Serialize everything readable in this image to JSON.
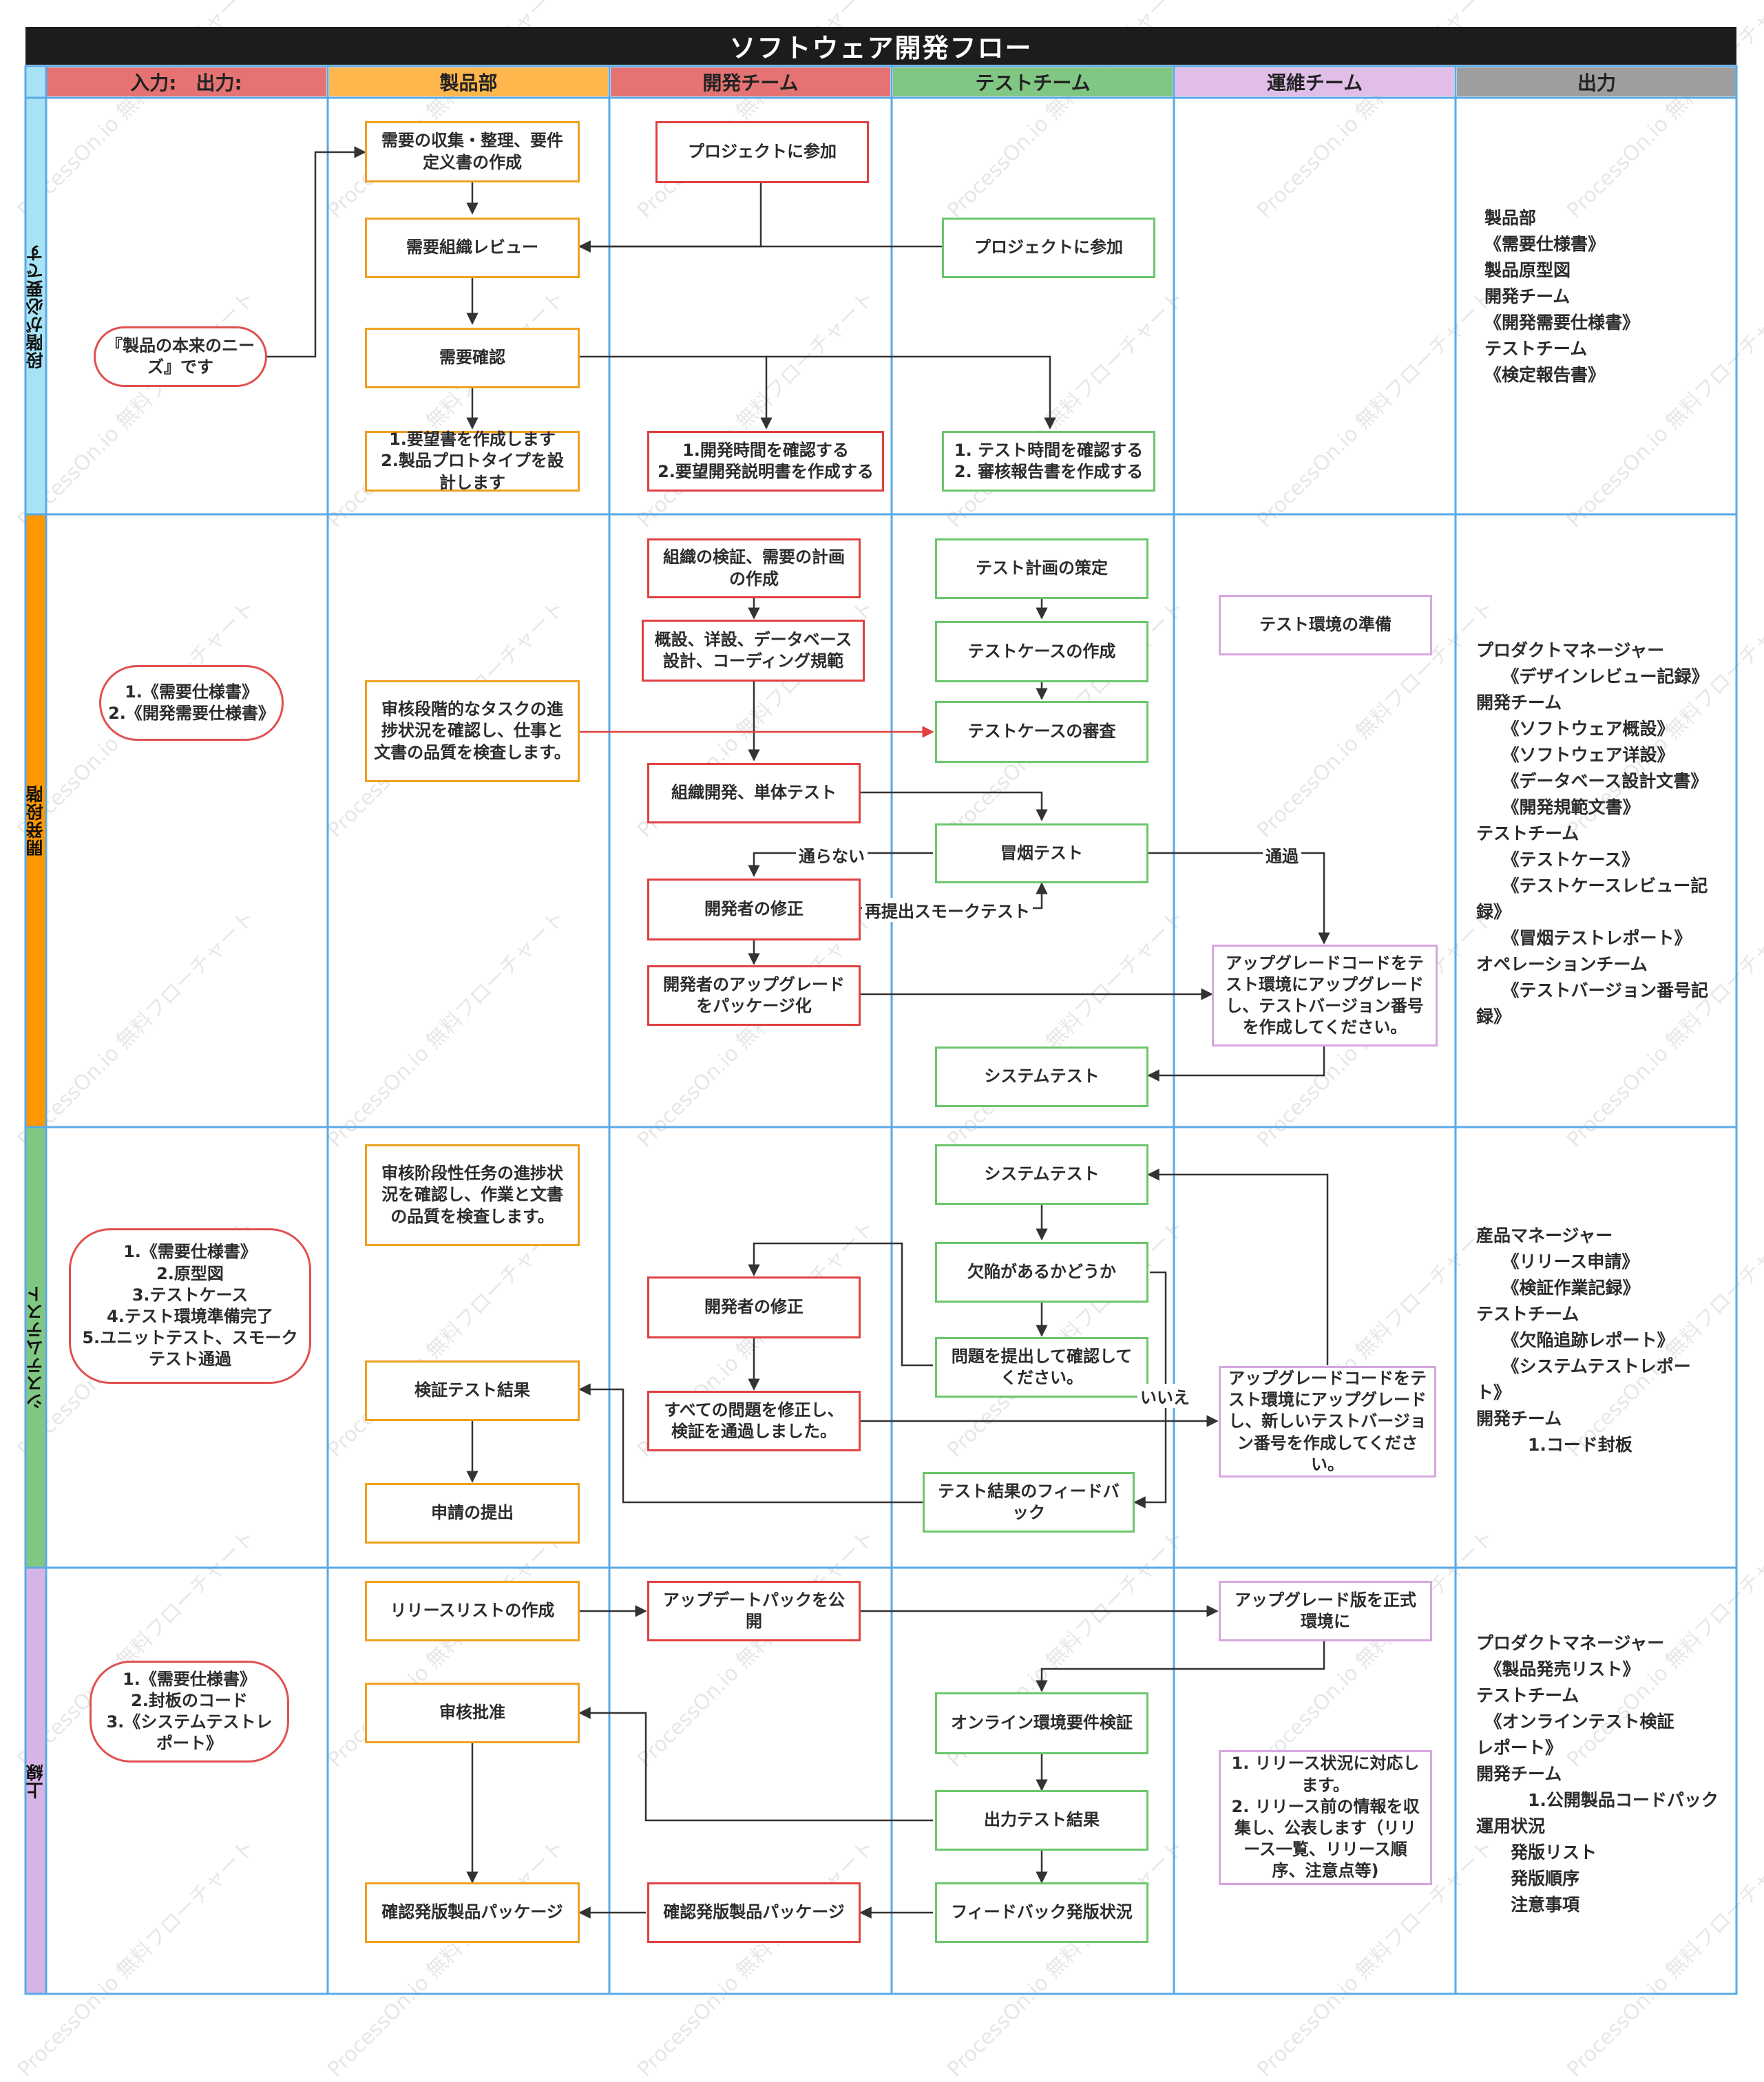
{
  "title": "ソフトウェア開発フロー",
  "colors": {
    "title_bg": "#1c1c1c",
    "col_input": "#e57373",
    "col_product": "#ffb74d",
    "col_dev": "#e57373",
    "col_test": "#81c784",
    "col_ops": "#e1bee7",
    "col_output": "#9e9e9e",
    "row_req": "#a7e3f5",
    "row_dev": "#ff9800",
    "row_systest": "#81c784",
    "row_release": "#d7b4e6",
    "grid": "#5aa9e6",
    "arrow": "#333333",
    "arrow_red": "#e04040"
  },
  "columns": {
    "input_output": "入力:　出力:",
    "product": "製品部",
    "dev": "開発チーム",
    "test": "テストチーム",
    "ops": "運維チーム",
    "output": "出力"
  },
  "rows": {
    "requirements": "段階が必要です",
    "development": "開発段階",
    "system_test": "システムテスト",
    "release": "上線"
  },
  "requirements": {
    "input_pill": "『製品の本来のニーズ』です",
    "collect": "需要の収集・整理、要件定义書の作成",
    "review": "需要組織レビュー",
    "confirm": "需要確認",
    "product_tasks": "1.要望書を作成します\n2.製品プロトタイプを設計します",
    "dev_join": "プロジェクトに参加",
    "dev_tasks": "1.開発時間を確認する\n2.要望開発説明書を作成する",
    "test_join": "プロジェクトに参加",
    "test_tasks": "1. テスト時間を確認する\n2. 審核報告書を作成する",
    "output": "製品部\n《需要仕様書》\n製品原型図\n開発チーム\n《開発需要仕様書》\nテストチーム\n《検定報告書》"
  },
  "development": {
    "input_pill": "1.《需要仕様書》\n2.《開発需要仕様書》",
    "product_check": "审核段階的なタスクの進捗状況を確認し、仕事と文書の品質を検査します。",
    "org_verify": "組織の検証、需要の計画の作成",
    "design": "概設、详設、データベース設計、コーディング規範",
    "org_dev": "組織開発、単体テスト",
    "dev_fix": "開発者の修正",
    "dev_package": "開発者のアップグレードをパッケージ化",
    "test_plan": "テスト計画の策定",
    "test_case": "テストケースの作成",
    "test_case_review": "テストケースの審査",
    "smoke_test": "冒烟テスト",
    "system_test": "システムテスト",
    "ops_env": "テスト環境の準備",
    "ops_upgrade": "アップグレードコードをテスト環境にアップグレードし、テストバージョン番号を作成してください。",
    "label_fail": "通らない",
    "label_pass": "通過",
    "label_resubmit": "再提出スモークテスト",
    "output": "プロダクトマネージャー\n　　《デザインレビュー記録》\n開発チーム\n　　《ソフトウェア概設》\n　　《ソフトウェア详設》\n　　《データベース設計文書》\n　　《開発規範文書》\nテストチーム\n　　《テストケース》\n　　《テストケースレビュー記\n録》\n　　《冒烟テストレポート》\nオペレーションチーム\n　　《テストバージョン番号記\n録》"
  },
  "system_test": {
    "input_pill": "1.《需要仕様書》\n2.原型図\n3.テストケース\n4.テスト環境準備完了\n5.ユニットテスト、スモークテスト通過",
    "product_check": "审核阶段性任务の進捗状況を確認し、作業と文書の品質を検査します。",
    "verify_result": "検証テスト結果",
    "submit": "申請の提出",
    "dev_fix": "開発者の修正",
    "all_fixed": "すべての問題を修正し、検証を通過しました。",
    "system_test": "システムテスト",
    "defect": "欠陥があるかどうか",
    "report_issue": "問題を提出して確認してください。",
    "feedback": "テスト結果のフィードバック",
    "ops_upgrade": "アップグレードコードをテスト環境にアップグレードし、新しいテストバージョン番号を作成してください。",
    "label_no": "いいえ",
    "output": "産品マネージャー\n　　《リリース申請》\n　　《検証作業記録》\nテストチーム\n　　《欠陥追跡レポート》\n　　《システムテストレポー\nト》\n開発チーム\n　　　1.コード封板"
  },
  "release": {
    "input_pill": "1.《需要仕様書》\n2.封板のコード\n3.《システムテストレポート》",
    "release_list": "リリースリストの作成",
    "approve": "审核批准",
    "confirm_pkg_product": "確認発版製品パッケージ",
    "publish_update": "アップデートパックを公開",
    "confirm_pkg_dev": "確認発版製品パッケージ",
    "online_check": "オンライン環境要件検証",
    "output_result": "出力テスト結果",
    "feedback_status": "フィードバック発版状況",
    "ops_upgrade": "アップグレード版を正式環境に",
    "ops_notes": "1. リリース状況に対応します。\n2. リリース前の情報を収集し、公表します（リリース一覧、リリース順序、注意点等)",
    "output": "プロダクトマネージャー\n　《製品発売リスト》\nテストチーム\n　《オンラインテスト検証\nレポート》\n開発チーム\n　　　1.公開製品コードパック\n運用状況\n　　発版リスト\n　　発版順序\n　　注意事項"
  },
  "watermark": "ProcessOn.io 無料フローチャート"
}
